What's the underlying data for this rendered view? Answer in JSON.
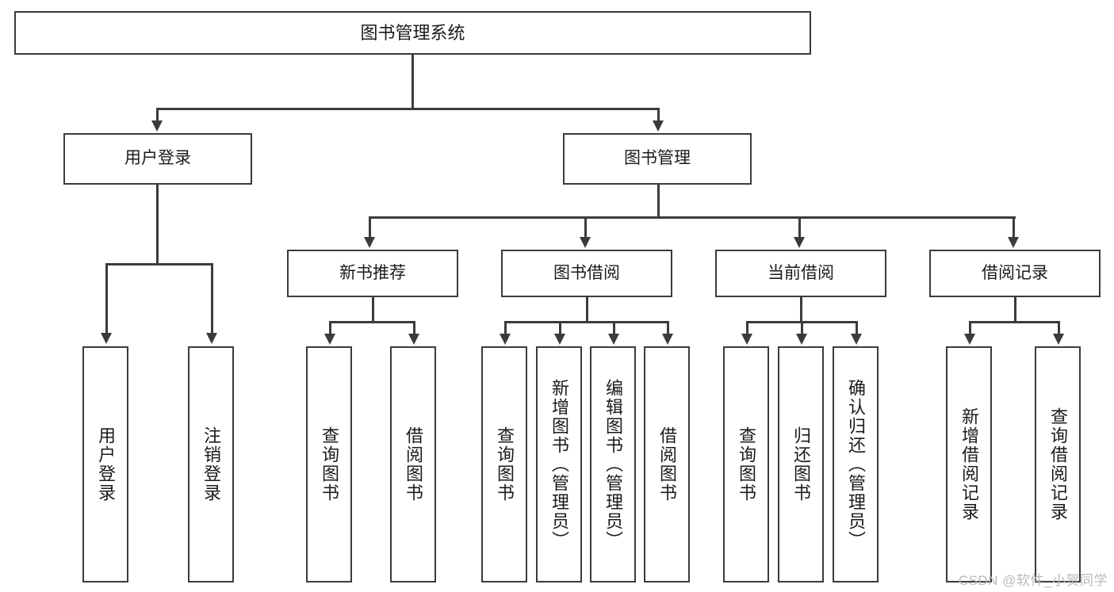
{
  "diagram": {
    "title": "图书管理系统",
    "type": "tree-hierarchy",
    "root": {
      "label": "图书管理系统"
    },
    "level2": [
      {
        "label": "用户登录"
      },
      {
        "label": "图书管理"
      }
    ],
    "level3": [
      {
        "label": "新书推荐"
      },
      {
        "label": "图书借阅"
      },
      {
        "label": "当前借阅"
      },
      {
        "label": "借阅记录"
      }
    ],
    "leaves": {
      "user_login": [
        {
          "label": "用户登录"
        },
        {
          "label": "注销登录"
        }
      ],
      "new_book_recommend": [
        {
          "label": "查询图书"
        },
        {
          "label": "借阅图书"
        }
      ],
      "book_borrow": [
        {
          "label": "查询图书"
        },
        {
          "label": "新增图书（管理员）"
        },
        {
          "label": "编辑图书（管理员）"
        },
        {
          "label": "借阅图书"
        }
      ],
      "current_borrow": [
        {
          "label": "查询图书"
        },
        {
          "label": "归还图书"
        },
        {
          "label": "确认归还（管理员）"
        }
      ],
      "borrow_record": [
        {
          "label": "新增借阅记录"
        },
        {
          "label": "查询借阅记录"
        }
      ]
    }
  },
  "watermark": {
    "text": "CSDN @软件_小贺同学"
  },
  "colors": {
    "stroke": "#3b3b3b",
    "fill": "#ffffff",
    "text": "#1b1b1b",
    "watermark": "#b9b9b9"
  }
}
